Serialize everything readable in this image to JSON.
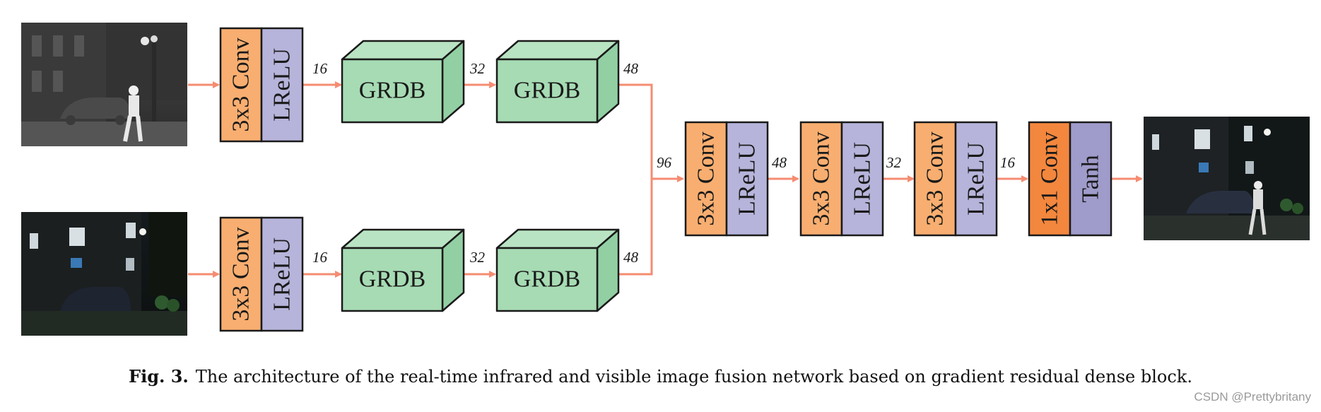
{
  "colors": {
    "arrow": "#f58c72",
    "conv": "#f8ae70",
    "conv_1x1": "#f3873e",
    "lrelu": "#b6b4da",
    "tanh": "#9f9bca",
    "grdb_front": "#a6dbb3",
    "grdb_top": "#b9e4c3",
    "grdb_side": "#92d0a4",
    "stroke": "#1a1a1a"
  },
  "blocks": {
    "conv3x3": "3x3 Conv",
    "conv1x1": "1x1 Conv",
    "lrelu": "LReLU",
    "tanh": "Tanh",
    "grdb": "GRDB"
  },
  "edges": {
    "c16": "16",
    "c32": "32",
    "c48": "48",
    "c96": "96"
  },
  "images": {
    "infrared": "infrared-image",
    "visible": "visible-image",
    "fused": "fused-image"
  },
  "caption": {
    "label": "Fig. 3.",
    "text": "The architecture of the real-time infrared and visible image fusion network based on gradient residual dense block."
  },
  "watermark": "CSDN @Prettybritany"
}
